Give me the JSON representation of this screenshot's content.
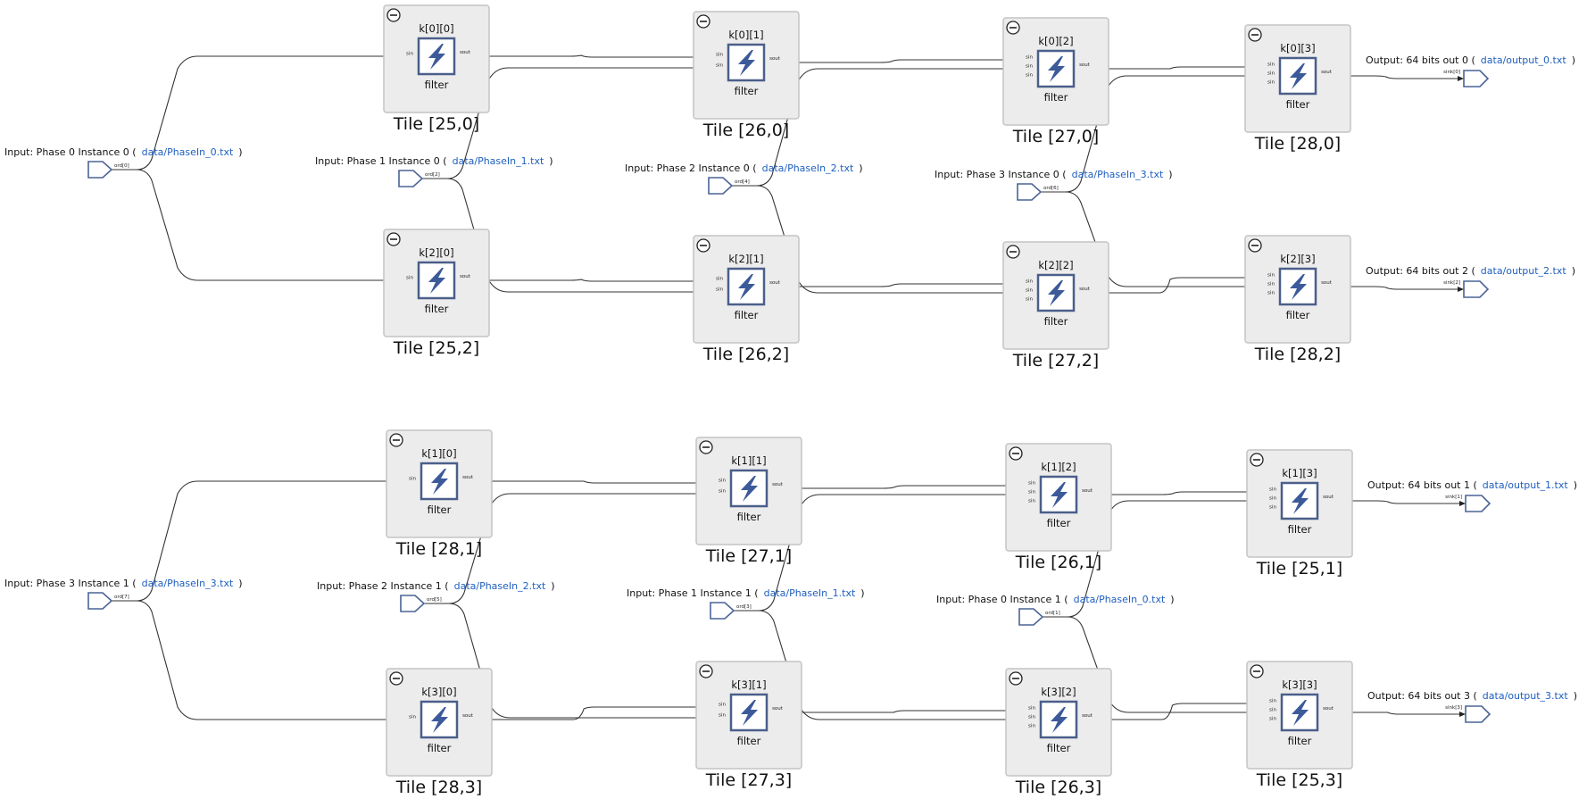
{
  "tiles": [
    {
      "id": "t00",
      "tile": "Tile [25,0]",
      "kernel": "k[0][0]",
      "func": "filter",
      "inputs": [
        "sin"
      ],
      "output": "sout"
    },
    {
      "id": "t01",
      "tile": "Tile [26,0]",
      "kernel": "k[0][1]",
      "func": "filter",
      "inputs": [
        "sin",
        "sin"
      ],
      "output": "sout"
    },
    {
      "id": "t02",
      "tile": "Tile [27,0]",
      "kernel": "k[0][2]",
      "func": "filter",
      "inputs": [
        "sin",
        "sin",
        "sin"
      ],
      "output": "sout"
    },
    {
      "id": "t03",
      "tile": "Tile [28,0]",
      "kernel": "k[0][3]",
      "func": "filter",
      "inputs": [
        "sin",
        "sin",
        "sin"
      ],
      "output": "sout"
    },
    {
      "id": "t20",
      "tile": "Tile [25,2]",
      "kernel": "k[2][0]",
      "func": "filter",
      "inputs": [
        "sin"
      ],
      "output": "sout"
    },
    {
      "id": "t21",
      "tile": "Tile [26,2]",
      "kernel": "k[2][1]",
      "func": "filter",
      "inputs": [
        "sin",
        "sin"
      ],
      "output": "sout"
    },
    {
      "id": "t22",
      "tile": "Tile [27,2]",
      "kernel": "k[2][2]",
      "func": "filter",
      "inputs": [
        "sin",
        "sin",
        "sin"
      ],
      "output": "sout"
    },
    {
      "id": "t23",
      "tile": "Tile [28,2]",
      "kernel": "k[2][3]",
      "func": "filter",
      "inputs": [
        "sin",
        "sin",
        "sin"
      ],
      "output": "sout"
    },
    {
      "id": "t10",
      "tile": "Tile [28,1]",
      "kernel": "k[1][0]",
      "func": "filter",
      "inputs": [
        "sin"
      ],
      "output": "sout"
    },
    {
      "id": "t11",
      "tile": "Tile [27,1]",
      "kernel": "k[1][1]",
      "func": "filter",
      "inputs": [
        "sin",
        "sin"
      ],
      "output": "sout"
    },
    {
      "id": "t12",
      "tile": "Tile [26,1]",
      "kernel": "k[1][2]",
      "func": "filter",
      "inputs": [
        "sin",
        "sin",
        "sin"
      ],
      "output": "sout"
    },
    {
      "id": "t13",
      "tile": "Tile [25,1]",
      "kernel": "k[1][3]",
      "func": "filter",
      "inputs": [
        "sin",
        "sin",
        "sin"
      ],
      "output": "sout"
    },
    {
      "id": "t30",
      "tile": "Tile [28,3]",
      "kernel": "k[3][0]",
      "func": "filter",
      "inputs": [
        "sin"
      ],
      "output": "sout"
    },
    {
      "id": "t31",
      "tile": "Tile [27,3]",
      "kernel": "k[3][1]",
      "func": "filter",
      "inputs": [
        "sin",
        "sin"
      ],
      "output": "sout"
    },
    {
      "id": "t32",
      "tile": "Tile [26,3]",
      "kernel": "k[3][2]",
      "func": "filter",
      "inputs": [
        "sin",
        "sin",
        "sin"
      ],
      "output": "sout"
    },
    {
      "id": "t33",
      "tile": "Tile [25,3]",
      "kernel": "k[3][3]",
      "func": "filter",
      "inputs": [
        "sin",
        "sin",
        "sin"
      ],
      "output": "sout"
    }
  ],
  "inputs": [
    {
      "id": "in_0_0",
      "label": "Input: Phase 0 Instance 0 (",
      "file": "data/PhaseIn_0.txt",
      "close": ")",
      "port": "ord[0]"
    },
    {
      "id": "in_1_0",
      "label": "Input: Phase 1 Instance 0 (",
      "file": "data/PhaseIn_1.txt",
      "close": ")",
      "port": "ord[2]"
    },
    {
      "id": "in_2_0",
      "label": "Input: Phase 2 Instance 0 (",
      "file": "data/PhaseIn_2.txt",
      "close": ")",
      "port": "ord[4]"
    },
    {
      "id": "in_3_0",
      "label": "Input: Phase 3 Instance 0 (",
      "file": "data/PhaseIn_3.txt",
      "close": ")",
      "port": "ord[6]"
    },
    {
      "id": "in_3_1",
      "label": "Input: Phase 3 Instance 1 (",
      "file": "data/PhaseIn_3.txt",
      "close": ")",
      "port": "ord[7]"
    },
    {
      "id": "in_2_1",
      "label": "Input: Phase 2 Instance 1 (",
      "file": "data/PhaseIn_2.txt",
      "close": ")",
      "port": "ord[5]"
    },
    {
      "id": "in_1_1",
      "label": "Input: Phase 1 Instance 1 (",
      "file": "data/PhaseIn_1.txt",
      "close": ")",
      "port": "ord[3]"
    },
    {
      "id": "in_0_1",
      "label": "Input: Phase 0 Instance 1 (",
      "file": "data/PhaseIn_0.txt",
      "close": ")",
      "port": "ord[1]"
    }
  ],
  "outputs": [
    {
      "id": "out_0",
      "label": "Output: 64 bits out 0 (",
      "file": "data/output_0.txt",
      "close": ")",
      "port": "sink[0]"
    },
    {
      "id": "out_2",
      "label": "Output: 64 bits out 2 (",
      "file": "data/output_2.txt",
      "close": ")",
      "port": "sink[2]"
    },
    {
      "id": "out_1",
      "label": "Output: 64 bits out 1 (",
      "file": "data/output_1.txt",
      "close": ")",
      "port": "sink[1]"
    },
    {
      "id": "out_3",
      "label": "Output: 64 bits out 3 (",
      "file": "data/output_3.txt",
      "close": ")",
      "port": "sink[3]"
    }
  ],
  "colors": {
    "link": "#1f5fbf",
    "tile_fill": "#ececec",
    "kernel_stroke": "#4a5f8a"
  },
  "icons": {
    "kernel": "lightning-bolt-icon",
    "collapse": "minus-circle-icon",
    "port": "pentagon-port-icon"
  }
}
